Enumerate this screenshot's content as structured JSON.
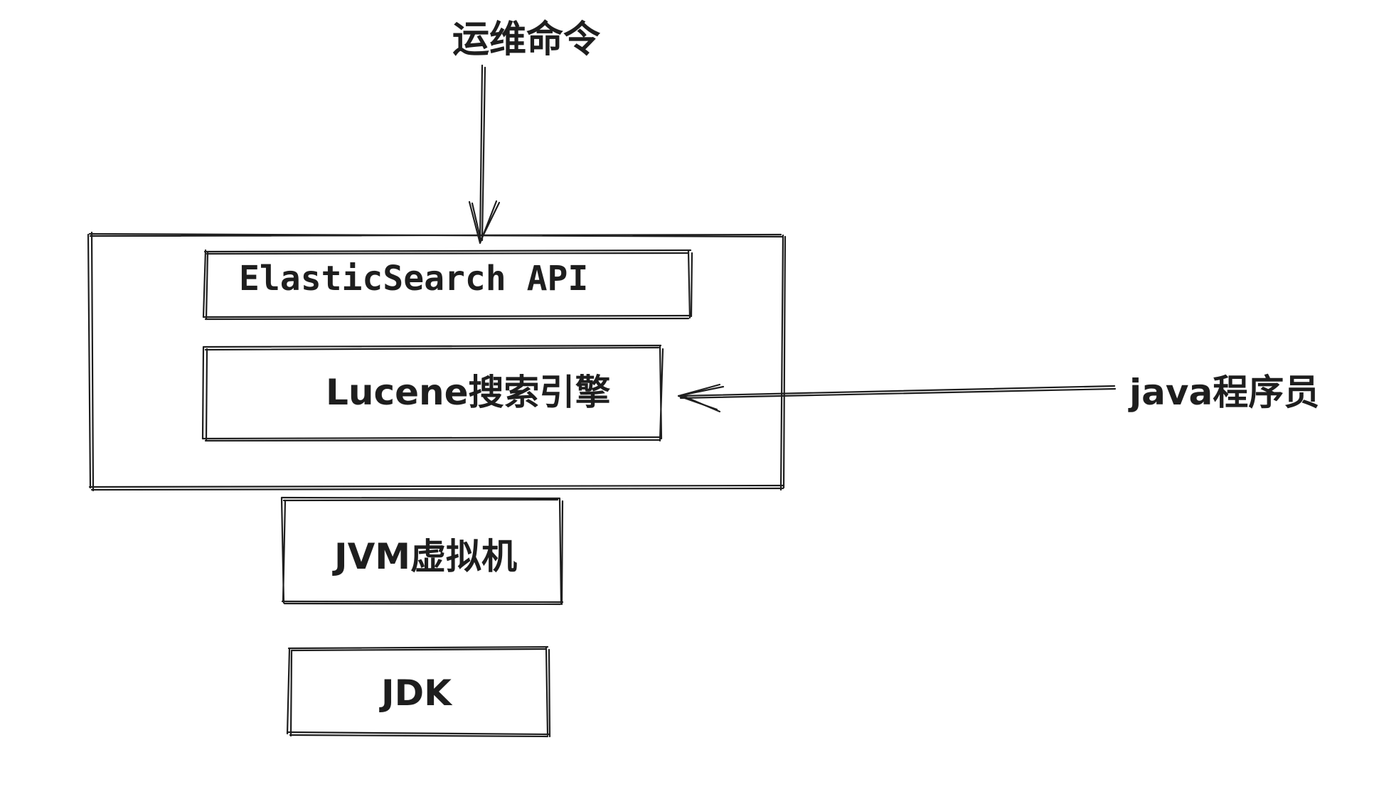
{
  "diagram": {
    "ops_command": "运维命令",
    "java_programmer": "java程序员",
    "es_api": "ElasticSearch  API",
    "lucene_engine": "Lucene搜索引擎",
    "jvm": "JVM虚拟机",
    "jdk": "JDK"
  },
  "colors": {
    "stroke": "#1e1e1e",
    "background": "#ffffff"
  }
}
